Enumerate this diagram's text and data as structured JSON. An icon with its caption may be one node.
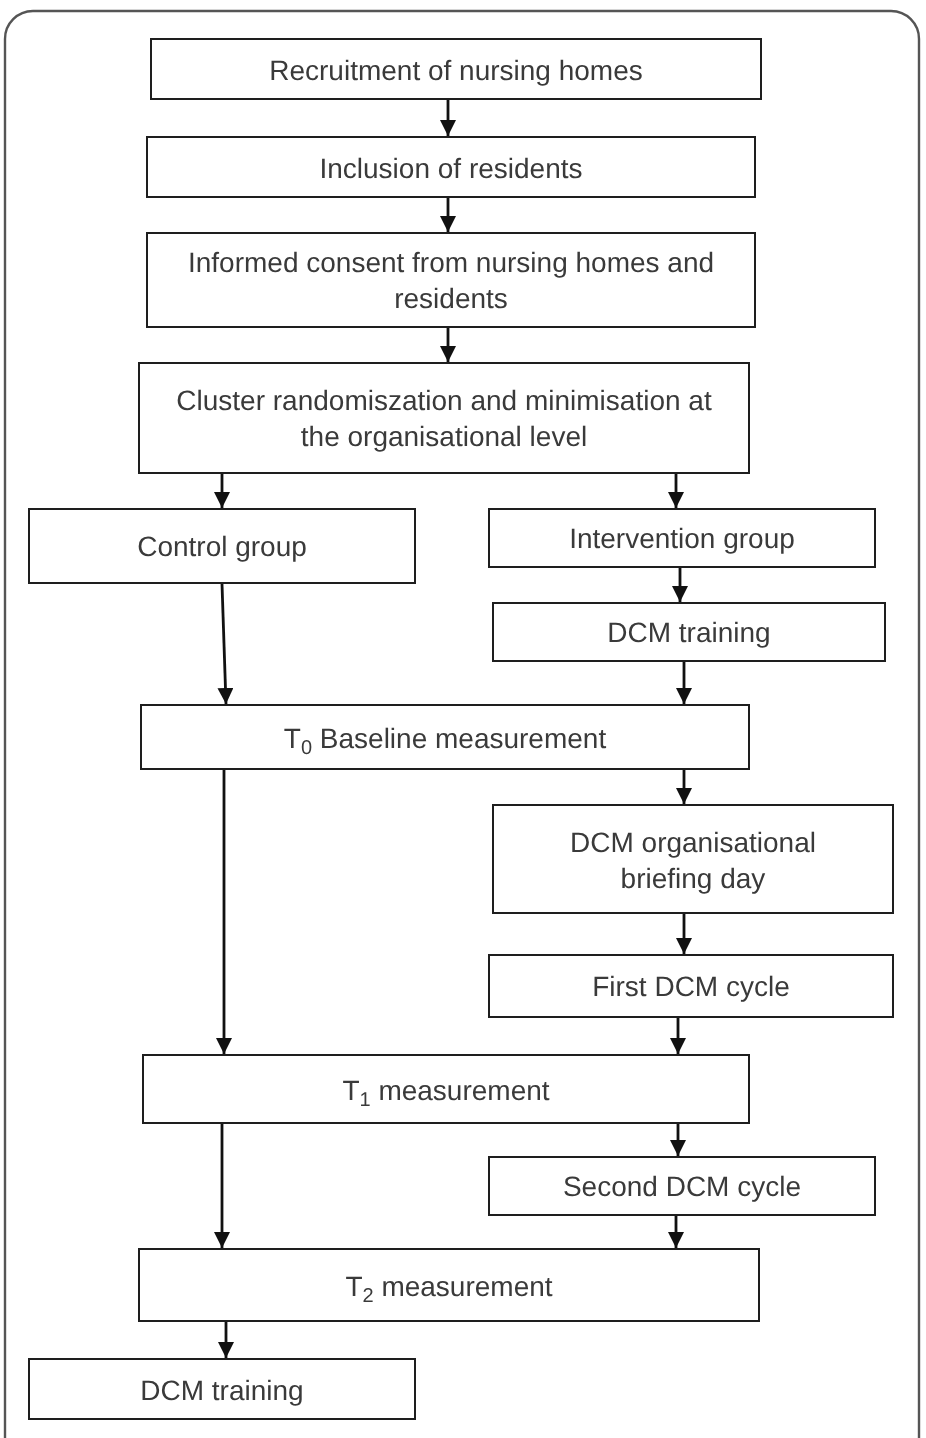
{
  "diagram": {
    "nodes": [
      {
        "text": [
          "Recruitment of nursing homes"
        ]
      },
      {
        "text": [
          "Inclusion of residents"
        ]
      },
      {
        "text": [
          "Informed consent from nursing homes and residents"
        ]
      },
      {
        "text": [
          "Cluster randomiszation and minimisation at the organisational level"
        ]
      },
      {
        "text": [
          "Control group"
        ]
      },
      {
        "text": [
          "Intervention group"
        ]
      },
      {
        "text": [
          "DCM training"
        ]
      },
      {
        "text": [
          "T$_{0}$ Baseline measurement"
        ]
      },
      {
        "text": [
          "DCM organisational briefing day"
        ]
      },
      {
        "text": [
          "First DCM cycle"
        ]
      },
      {
        "text": [
          "T$_{1}$ measurement"
        ]
      },
      {
        "text": [
          "Second DCM cycle"
        ]
      },
      {
        "text": [
          "T$_{2}$ measurement"
        ]
      },
      {
        "text": [
          "DCM training"
        ]
      }
    ],
    "edges": [
      {
        "from": 0,
        "to": 1,
        "arrow": "to"
      },
      {
        "from": 1,
        "to": 2,
        "arrow": "to"
      },
      {
        "from": 2,
        "to": 3,
        "arrow": "to"
      },
      {
        "from": 3,
        "to": 4,
        "arrow": "to"
      },
      {
        "from": 3,
        "to": 5,
        "arrow": "to"
      },
      {
        "from": 4,
        "to": 7,
        "arrow": "to"
      },
      {
        "from": 5,
        "to": 6,
        "arrow": "to"
      },
      {
        "from": 6,
        "to": 7,
        "arrow": "to"
      },
      {
        "from": 7,
        "to": 8,
        "arrow": "to"
      },
      {
        "from": 7,
        "to": 10,
        "arrow": "to"
      },
      {
        "from": 8,
        "to": 9,
        "arrow": "to"
      },
      {
        "from": 9,
        "to": 10,
        "arrow": "to"
      },
      {
        "from": 10,
        "to": 11,
        "arrow": "to"
      },
      {
        "from": 10,
        "to": 12,
        "arrow": "to"
      },
      {
        "from": 11,
        "to": 12,
        "arrow": "to"
      },
      {
        "from": 12,
        "to": 13,
        "arrow": "to"
      }
    ]
  }
}
